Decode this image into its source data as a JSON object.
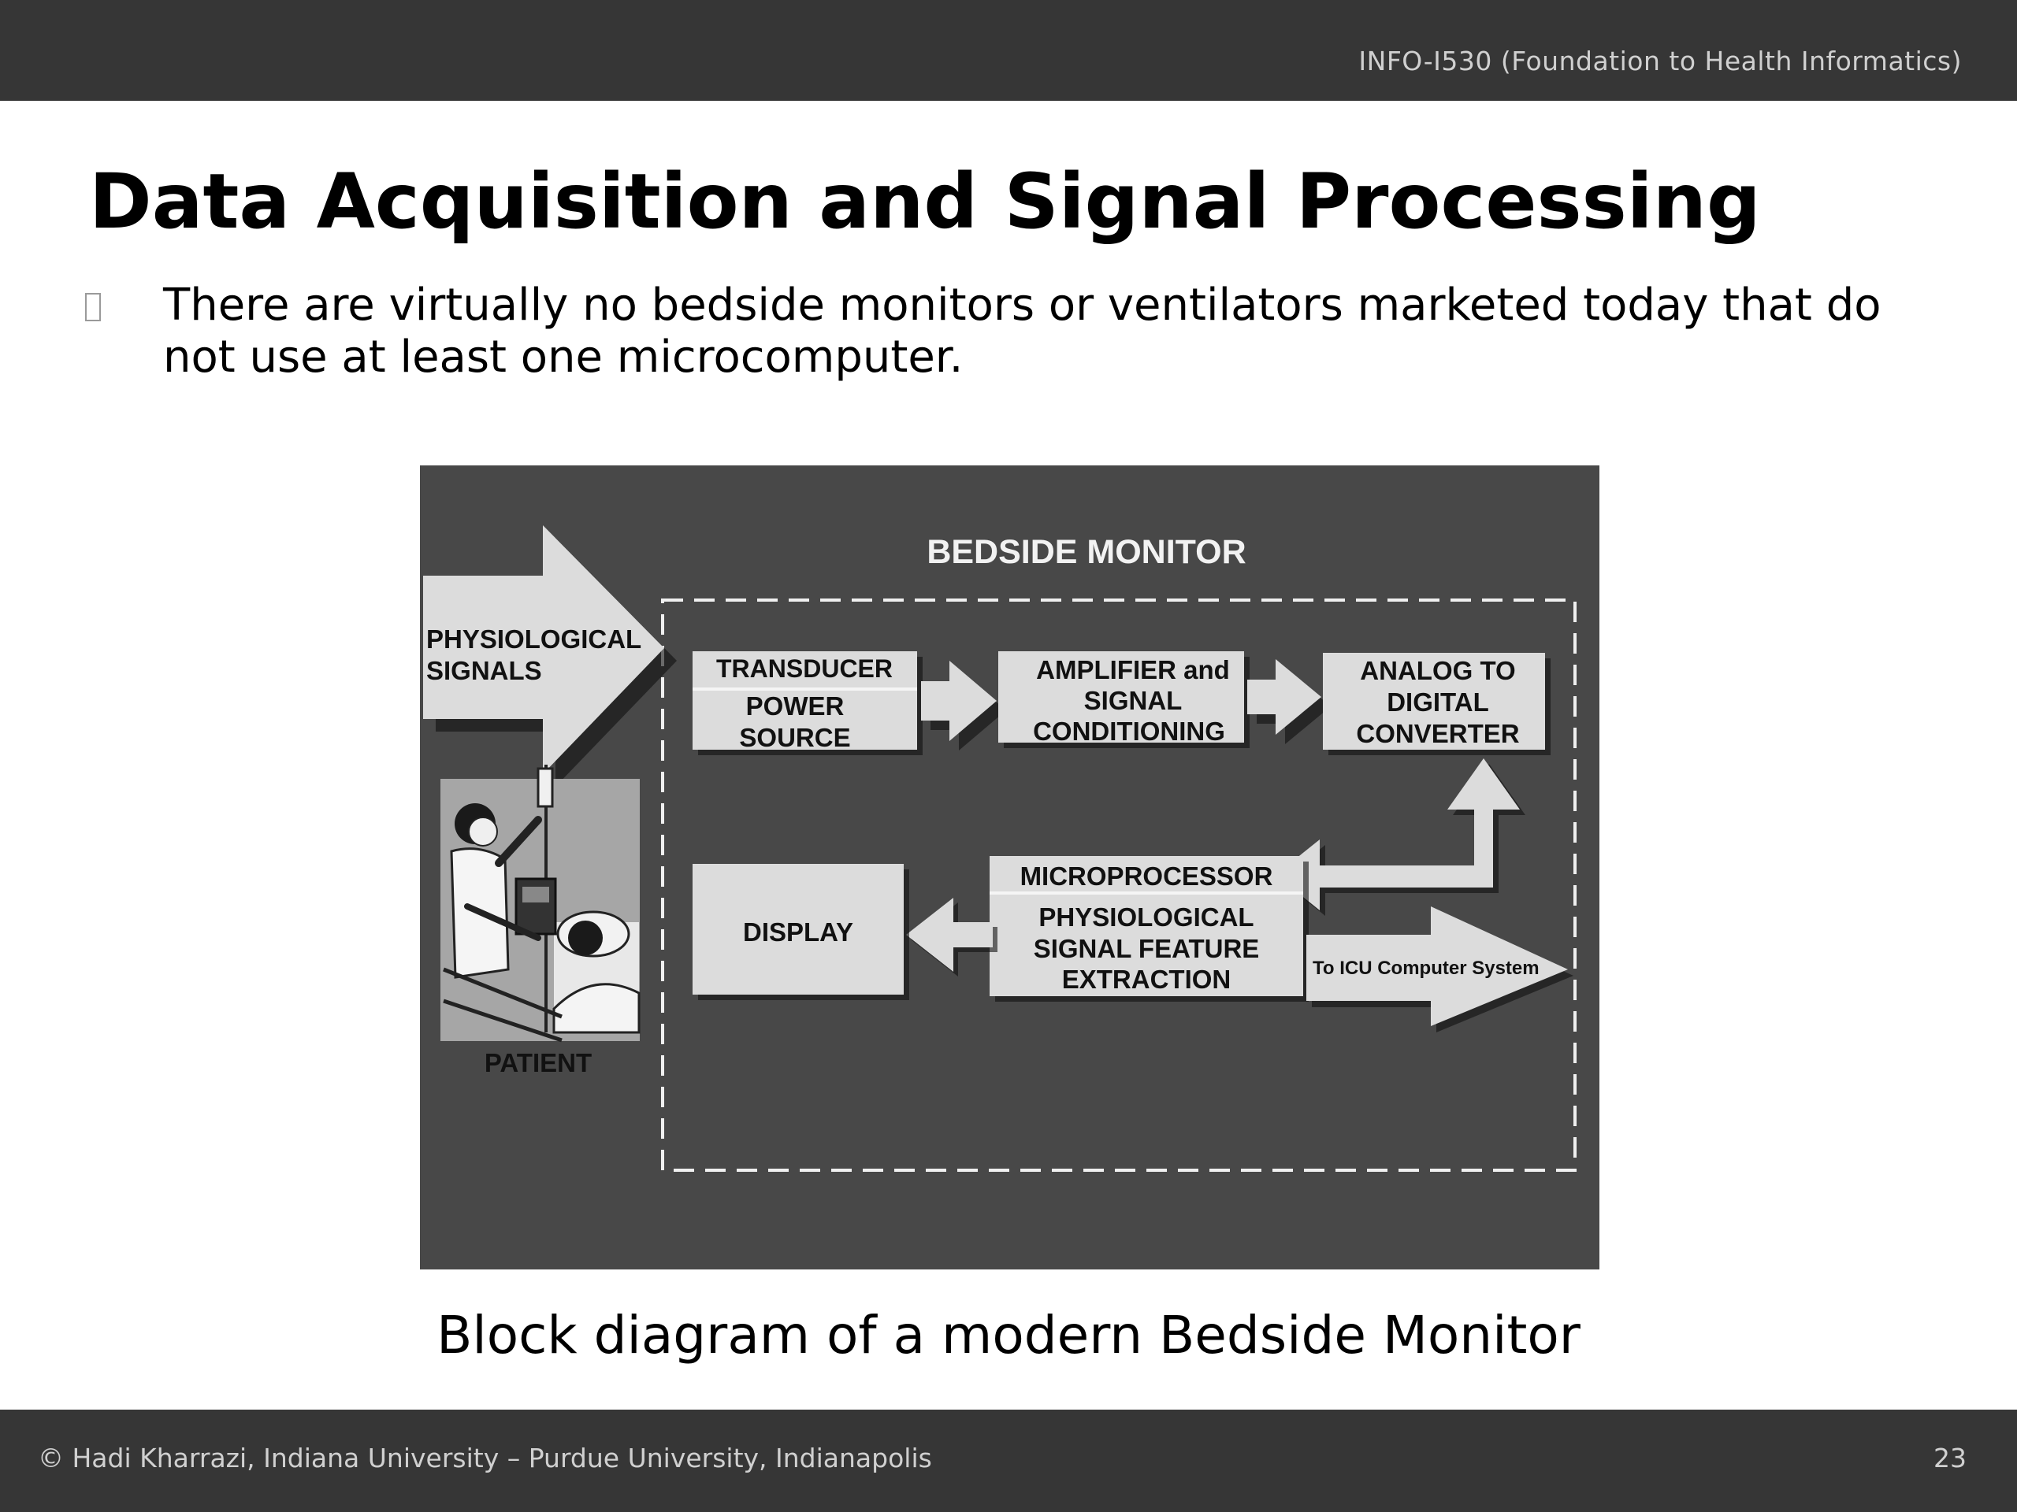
{
  "header": {
    "course": "INFO-I530 (Foundation to Health Informatics)"
  },
  "slide": {
    "title": "Data Acquisition and Signal Processing",
    "bullet": "There are virtually no bedside monitors or ventilators marketed today that do not use at least one microcomputer.",
    "caption": "Block diagram of a modern Bedside Monitor"
  },
  "diagram": {
    "title": "BEDSIDE MONITOR",
    "input_arrow": [
      "PHYSIOLOGICAL",
      "SIGNALS"
    ],
    "patient_label": "PATIENT",
    "transducer": "TRANSDUCER",
    "power_source": [
      "POWER",
      "SOURCE"
    ],
    "amplifier": [
      "AMPLIFIER and",
      "SIGNAL",
      "CONDITIONING"
    ],
    "adc": [
      "ANALOG TO",
      "DIGITAL",
      "CONVERTER"
    ],
    "microprocessor": "MICROPROCESSOR",
    "feature_extraction": [
      "PHYSIOLOGICAL",
      "SIGNAL FEATURE",
      "EXTRACTION"
    ],
    "display": "DISPLAY",
    "output_arrow": "To ICU Computer System"
  },
  "footer": {
    "copyright": "© Hadi Kharrazi, Indiana University – Purdue University, Indianapolis",
    "page": "23"
  }
}
